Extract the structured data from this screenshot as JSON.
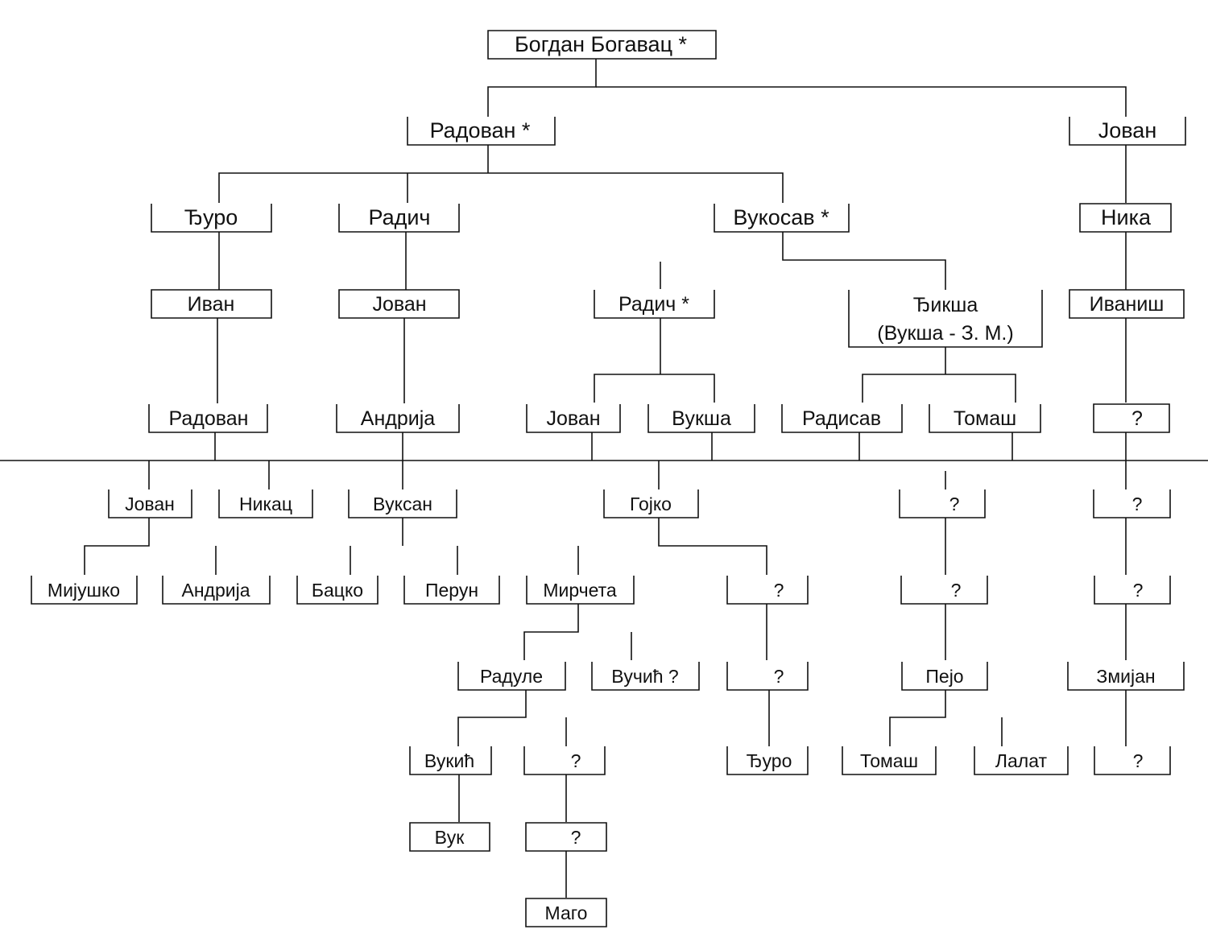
{
  "colors": {
    "line": "#111111",
    "text": "#111111",
    "background": "#ffffff"
  },
  "persons": {
    "bogdan": {
      "name": "Богдан Богавац *"
    },
    "radovan1": {
      "name": "Радован *"
    },
    "jovan_top": {
      "name": "Јован"
    },
    "djuro1": {
      "name": "Ђуро"
    },
    "radic1": {
      "name": "Радич"
    },
    "vukosav": {
      "name": "Вукосав *"
    },
    "nika": {
      "name": "Ника"
    },
    "ivan": {
      "name": "Иван"
    },
    "jovan_r": {
      "name": "Јован"
    },
    "radic2": {
      "name": "Радич *"
    },
    "diksa": {
      "name": "Ђикша",
      "subtitle": "(Вукша - З. М.)"
    },
    "ivanis": {
      "name": "Иваниш"
    },
    "radovan2": {
      "name": "Радован"
    },
    "andrija1": {
      "name": "Андрија"
    },
    "jovan_v": {
      "name": "Јован"
    },
    "vuksa": {
      "name": "Вукша"
    },
    "radisav": {
      "name": "Радисав"
    },
    "tomas1": {
      "name": "Томаш"
    },
    "q_r5": {
      "name": "?"
    },
    "jovan_b": {
      "name": "Јован"
    },
    "nikac": {
      "name": "Никац"
    },
    "vuksan": {
      "name": "Вуксан"
    },
    "gojko": {
      "name": "Гојко"
    },
    "q_tomas": {
      "name": "?"
    },
    "q_r6": {
      "name": "?"
    },
    "mijusko": {
      "name": "Мијушко"
    },
    "andrija2": {
      "name": "Андрија"
    },
    "backo": {
      "name": "Бацко"
    },
    "perun": {
      "name": "Перун"
    },
    "mirceta": {
      "name": "Мирчета"
    },
    "q_gojko": {
      "name": "?"
    },
    "q_tomas2": {
      "name": "?"
    },
    "q_r7": {
      "name": "?"
    },
    "radule": {
      "name": "Радуле"
    },
    "vucic": {
      "name": "Вучић ?"
    },
    "q_gojko2": {
      "name": "?"
    },
    "pejo": {
      "name": "Пејо"
    },
    "zmijan": {
      "name": "Змијан"
    },
    "vukic": {
      "name": "Вукић"
    },
    "q_mirc": {
      "name": "?"
    },
    "djuro2": {
      "name": "Ђуро"
    },
    "tomas2": {
      "name": "Томаш"
    },
    "lalat": {
      "name": "Лалат"
    },
    "q_r9": {
      "name": "?"
    },
    "vuk": {
      "name": "Вук"
    },
    "q_mirc2": {
      "name": "?"
    },
    "mago": {
      "name": "Маго"
    }
  }
}
